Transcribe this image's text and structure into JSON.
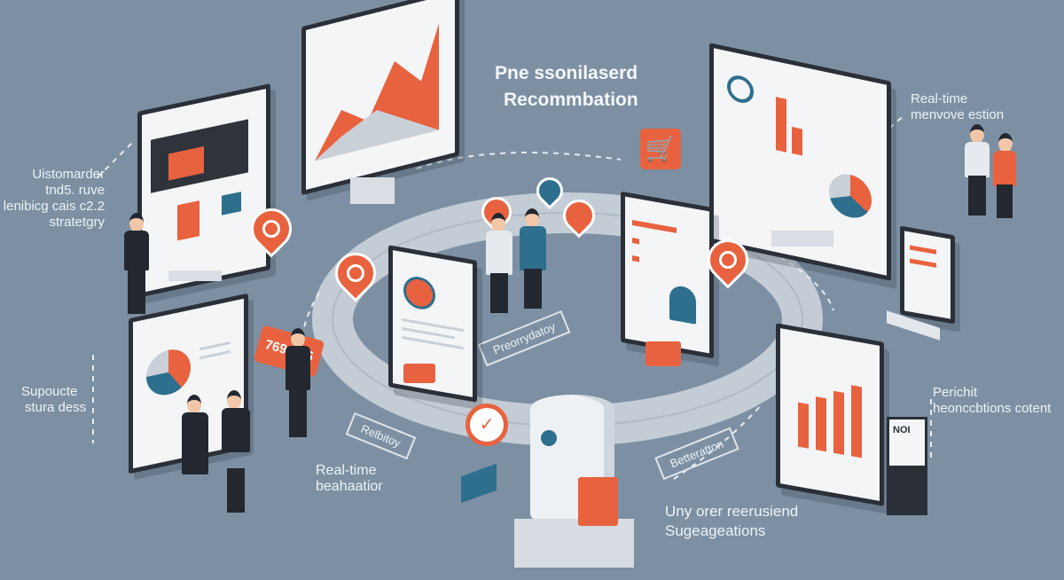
{
  "colors": {
    "background": "#7d90a3",
    "accent": "#e8623f",
    "screen": "#f3f5f7",
    "frame": "#2a2f38",
    "teal": "#2e6f8e"
  },
  "title": {
    "line1": "Pne ssonilaserd",
    "line2": "Recommbation"
  },
  "labels": {
    "top_left": [
      "Uistomarder",
      "tnd5. ruve",
      "lenibicg cais c2.2",
      "stratetgry"
    ],
    "top_right": [
      "Real-time",
      "menvove estion"
    ],
    "mid_left": [
      "Supoucte",
      "stura dess"
    ],
    "mid_right": [
      "Perichit",
      "heonccbtions cotent"
    ],
    "bottom_left": [
      "Real-time",
      "beahaatior"
    ],
    "bottom_center": [
      "Uny orer reerusiend",
      "Sugeageations"
    ]
  },
  "tags": {
    "center": "Preorrydatoy",
    "left": "Relbitoy",
    "right": "Betteratton"
  },
  "badges": {
    "price": "769.20S",
    "noi": "NOI"
  },
  "icons": [
    "cart-icon",
    "map-pin-icon",
    "search-icon",
    "pie-chart-icon",
    "bar-chart-icon",
    "check-badge-icon",
    "server-icon"
  ]
}
